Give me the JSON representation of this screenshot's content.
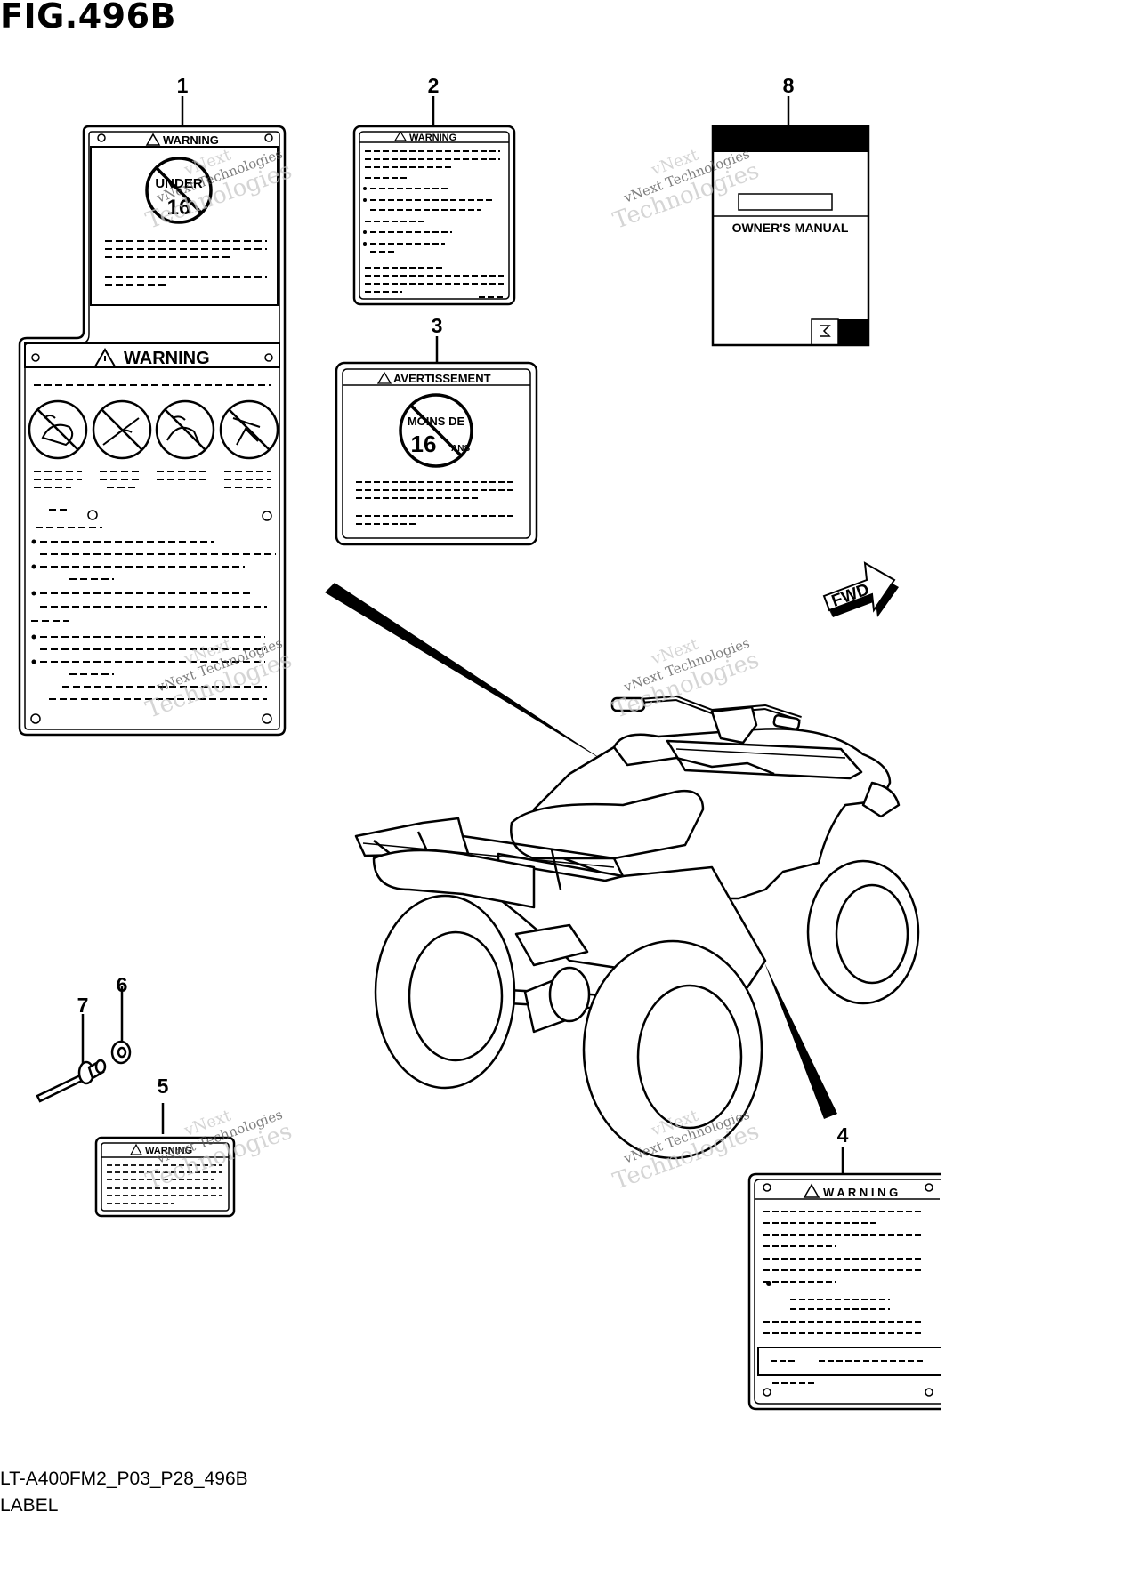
{
  "figure": {
    "title": "FIG.496B",
    "model_code": "LT-A400FM2_P03_P28_496B",
    "caption": "LABEL"
  },
  "callouts": [
    "1",
    "2",
    "8",
    "3",
    "6",
    "7",
    "5",
    "4"
  ],
  "labels": {
    "l1_top_header": "WARNING",
    "l1_top_badge_line1": "UNDER",
    "l1_top_badge_line2": "16",
    "l1_bottom_header": "WARNING",
    "l2_header": "WARNING",
    "l3_header": "AVERTISSEMENT",
    "l3_badge_line1": "MOINS DE",
    "l3_badge_line2": "16",
    "l3_badge_suffix": "ANS",
    "l5_header": "WARNING",
    "l4_header": "W A R N I N G",
    "l8_manual_title": "OWNER'S MANUAL",
    "fwd_arrow": "FWD"
  },
  "watermark": {
    "line1": "vNext",
    "line2": "vNext Technologies",
    "line3": "Technologies"
  },
  "colors": {
    "ink": "#000000",
    "watermark": "#c8c8c8",
    "paper": "#ffffff"
  }
}
